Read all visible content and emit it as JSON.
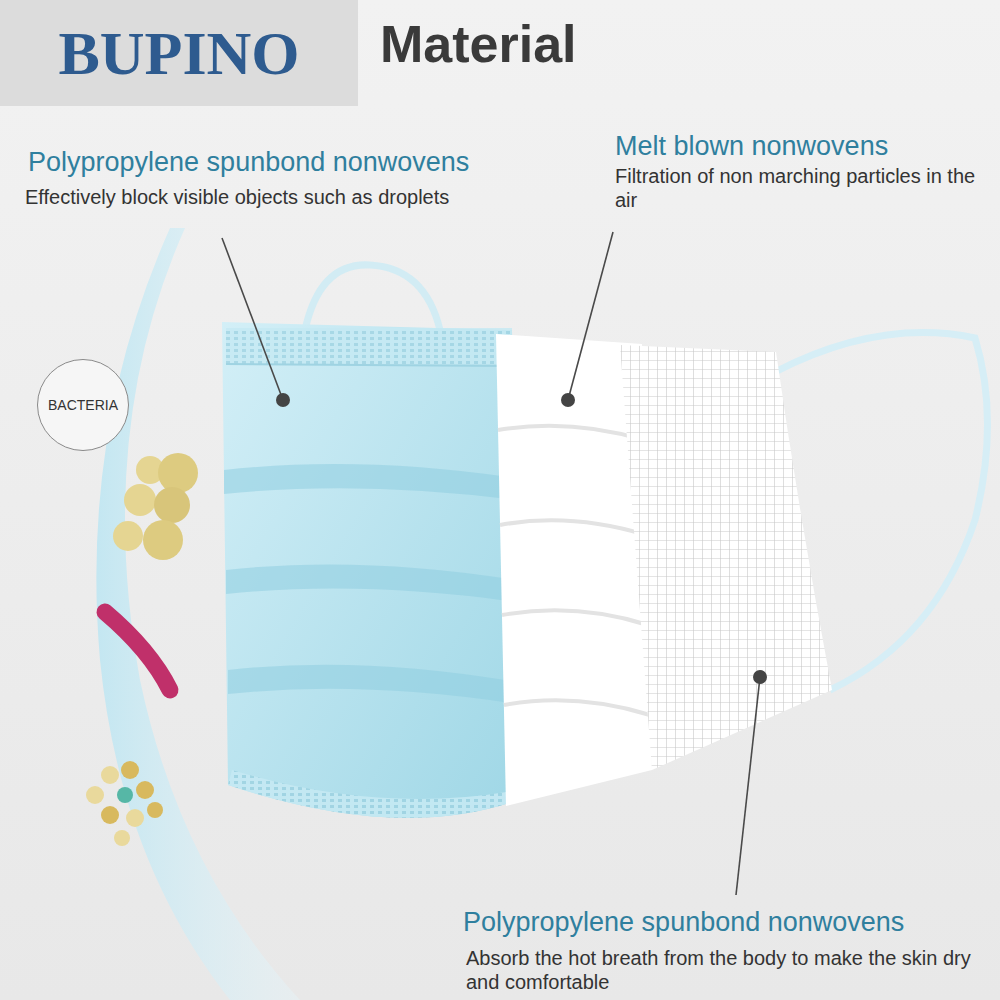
{
  "diagram": {
    "title": "Material",
    "nodes": [
      {
        "text": [
          "BUPINO"
        ]
      },
      {
        "text": [
          "BACTERIA"
        ]
      }
    ],
    "labels": [
      "Polypropylene spunbond nonwovens",
      "Effectively block visible objects such as droplets",
      "Melt blown nonwovens",
      "Filtration of non marching particles in the air",
      "Polypropylene spunbond nonwovens",
      "Absorb the hot breath from the body to make the skin dry and comfortable"
    ]
  }
}
